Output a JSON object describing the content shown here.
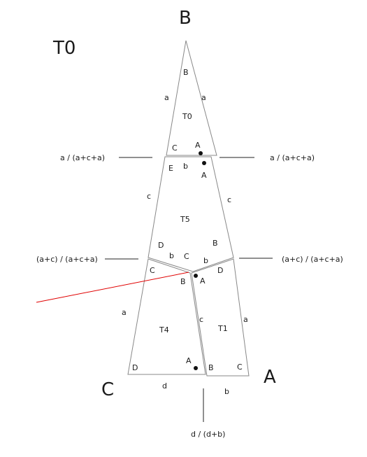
{
  "title": "T0",
  "vertices": {
    "top": "B",
    "left": "C",
    "right": "A"
  },
  "tiles": {
    "t0": "T0",
    "t5": "T5",
    "t4": "T4",
    "t1": "T1"
  },
  "ratios": {
    "upper_left": "a / (a+c+a)",
    "upper_right": "a / (a+c+a)",
    "mid_left": "(a+c) / (a+c+a)",
    "mid_right": "(a+c) / (a+c+a)",
    "bottom": "d / (d+b)"
  },
  "sides": {
    "t0_left": "a",
    "t0_right": "a",
    "t5_left": "c",
    "t5_right": "c",
    "t4_left": "a",
    "t1_right": "a",
    "bottom_left": "d",
    "bottom_right": "b"
  },
  "corners": {
    "t0_b": "B",
    "t0_c": "C",
    "t0_a": "A",
    "t5_a": "A",
    "t5_e": "E",
    "t5_b_top": "b",
    "t5_d": "D",
    "t5_b_left": "b",
    "t5_c": "C",
    "t5_b_right": "b",
    "t5_b": "B",
    "t4_c": "C",
    "t4_b": "B",
    "t4_d": "D",
    "t4_a": "A",
    "t1_a": "A",
    "t1_d": "D",
    "t1_c_side": "c",
    "t1_b": "B",
    "t1_c": "C"
  },
  "colors": {
    "edge": "#888888",
    "ext": "#222222",
    "red": "#e00000",
    "text": "#1a1a1a"
  }
}
